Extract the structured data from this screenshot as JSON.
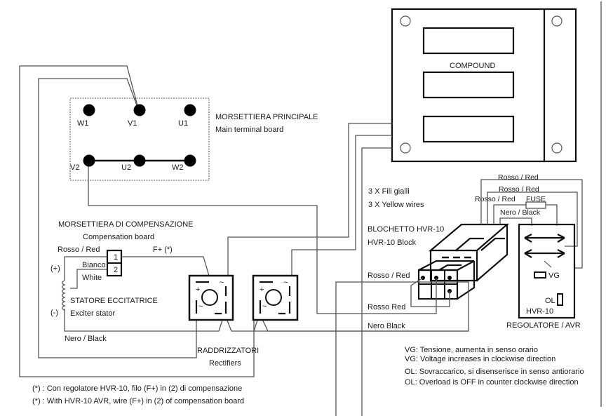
{
  "main_terminal_board": {
    "title_it": "MORSETTIERA PRINCIPALE",
    "title_en": "Main terminal board",
    "terminals": [
      "W1",
      "V1",
      "U1",
      "V2",
      "U2",
      "W2"
    ]
  },
  "compound": {
    "label": "COMPOUND"
  },
  "yellow_wires": {
    "label_it": "3 X Fili gialli",
    "label_en": "3 X Yellow wires"
  },
  "hvr_block": {
    "label_it": "BLOCHETTO HVR-10",
    "label_en": "HVR-10 Block"
  },
  "avr_wires": {
    "red_1": "Rosso / Red",
    "red_2": "Rosso / Red",
    "red_3": "Rosso / Red",
    "fuse": "FUSE",
    "black": "Nero / Black"
  },
  "regulator": {
    "vg": "VG",
    "ol": "OL",
    "model": "HVR-10",
    "title": "REGOLATORE / AVR"
  },
  "connector_wires": {
    "red": "Rosso / Red",
    "red_2": "Rosso Red",
    "black": "Nero Black"
  },
  "compensation_board": {
    "title_it": "MORSETTIERA DI COMPENSAZIONE",
    "title_en": "Compensation board",
    "wire_red": "Rosso / Red",
    "wire_f_plus": "F+ (*)",
    "wire_white_it": "Bianco",
    "wire_white_en": "White",
    "terminal_1": "1",
    "terminal_2": "2"
  },
  "exciter": {
    "plus": "(+)",
    "minus": "(-)",
    "title_it": "STATORE ECCITATRICE",
    "title_en": "Exciter stator",
    "wire_black": "Nero / Black"
  },
  "rectifiers": {
    "title_it": "RADDRIZZATORI",
    "title_en": "Rectifiers",
    "plus": "+",
    "minus": "−",
    "ac": "~"
  },
  "notes": {
    "vg_it": "VG: Tensione, aumenta in senso orario",
    "vg_en": "VG: Voltage increases in clockwise direction",
    "ol_it": "OL: Sovraccarico, si disenserisce in senso antiorario",
    "ol_en": "OL: Overload is OFF in counter clockwise direction"
  },
  "footnotes": {
    "it": "(*) : Con regolatore HVR-10, filo (F+) in (2) di compensazione",
    "en": "(*) : With HVR-10 AVR, wire (F+) in (2) of compensation board"
  }
}
